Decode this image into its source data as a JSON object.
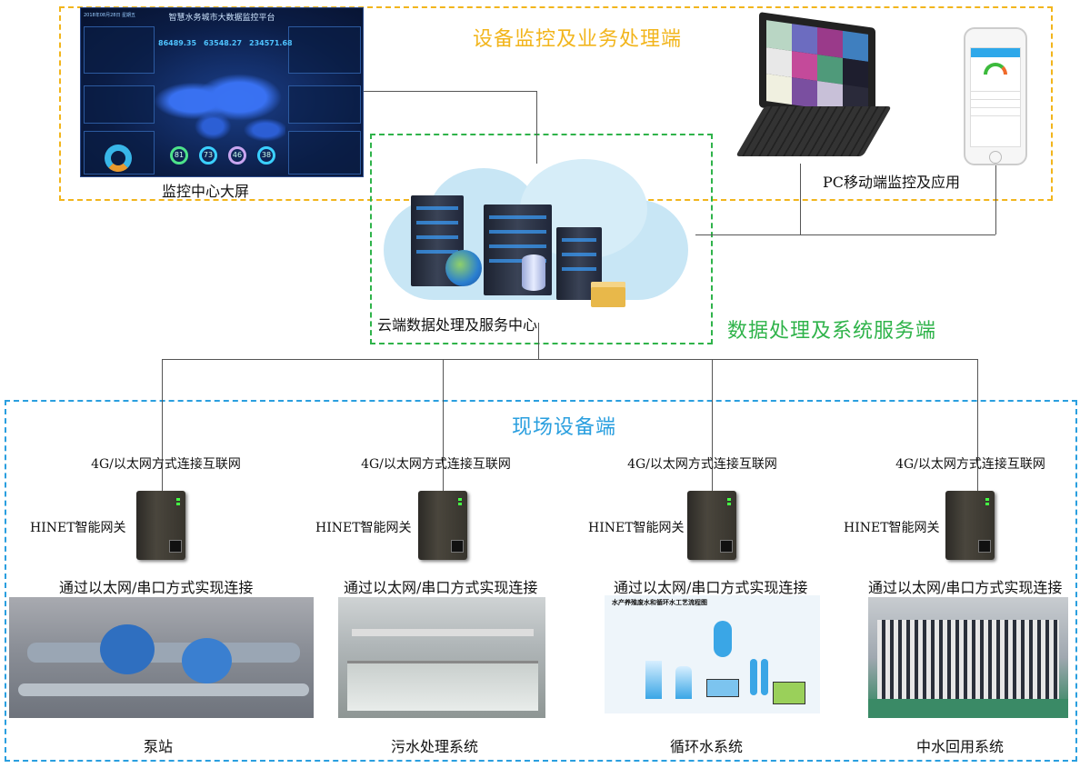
{
  "sections": {
    "monitoring": "设备监控及业务处理端",
    "cloud": "数据处理及系统服务端",
    "field": "现场设备端"
  },
  "colors": {
    "monitoring": "#f2b51c",
    "cloud": "#2fb34a",
    "field": "#2a9fdf"
  },
  "dashboard": {
    "caption": "监控中心大屏",
    "title": "智慧水务城市大数据监控平台",
    "date": "2018年08月28日 星期五",
    "stats": [
      "86489.35",
      "63548.27",
      "234571.68"
    ],
    "gauges": [
      "81",
      "73",
      "46",
      "38"
    ]
  },
  "pc_mobile": {
    "caption": "PC移动端监控及应用"
  },
  "cloud_center": {
    "caption": "云端数据处理及服务中心"
  },
  "sites": [
    {
      "network": "4G/以太网方式连接互联网",
      "gateway": "HINET智能网关",
      "connect": "通过以太网/串口方式实现连接",
      "name": "泵站"
    },
    {
      "network": "4G/以太网方式连接互联网",
      "gateway": "HINET智能网关",
      "connect": "通过以太网/串口方式实现连接",
      "name": "污水处理系统"
    },
    {
      "network": "4G/以太网方式连接互联网",
      "gateway": "HINET智能网关",
      "connect": "通过以太网/串口方式实现连接",
      "name": "循环水系统",
      "diagram_title": "水产养殖废水和循环水工艺流程图"
    },
    {
      "network": "4G/以太网方式连接互联网",
      "gateway": "HINET智能网关",
      "connect": "通过以太网/串口方式实现连接",
      "name": "中水回用系统"
    }
  ]
}
